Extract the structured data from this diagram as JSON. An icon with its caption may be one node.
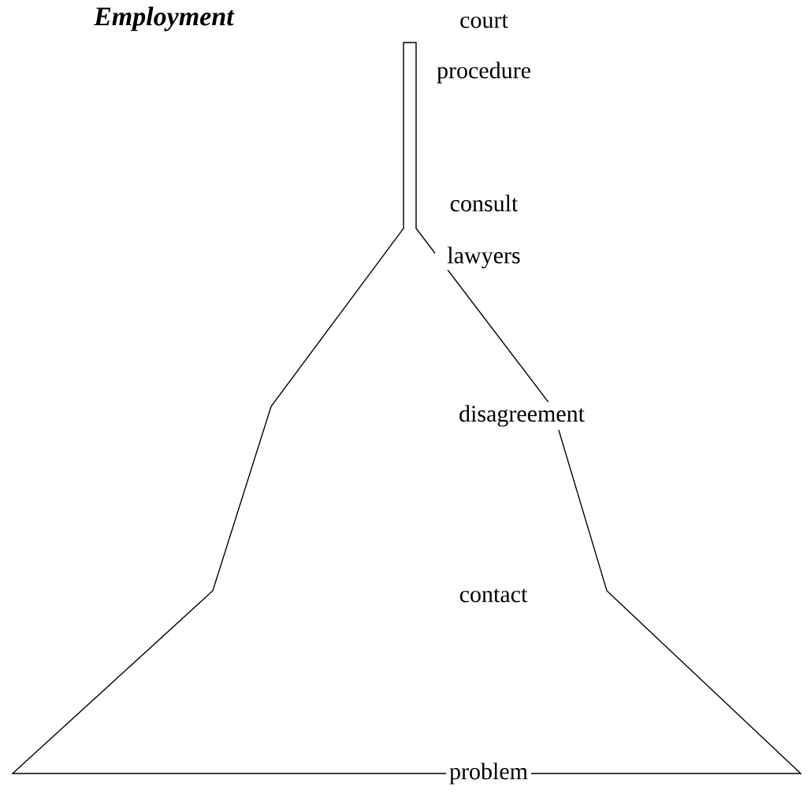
{
  "diagram": {
    "title": "Employment",
    "labels": [
      "court procedure",
      "consult lawyers",
      "disagreement",
      "contact",
      "problem"
    ]
  }
}
